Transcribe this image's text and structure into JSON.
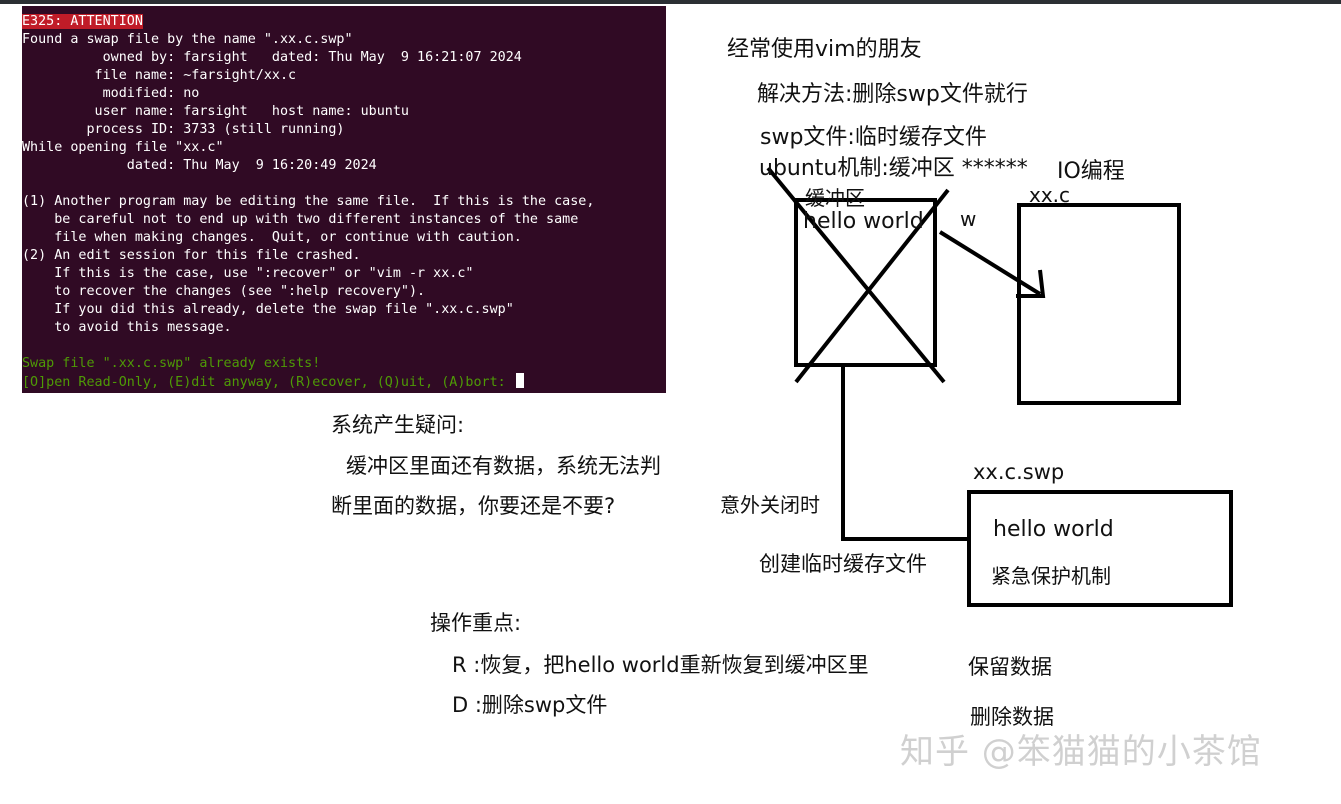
{
  "terminal": {
    "attention": "E325: ATTENTION",
    "lines": [
      "Found a swap file by the name \".xx.c.swp\"",
      "          owned by: farsight   dated: Thu May  9 16:21:07 2024",
      "         file name: ~farsight/xx.c",
      "          modified: no",
      "         user name: farsight   host name: ubuntu",
      "        process ID: 3733 (still running)",
      "While opening file \"xx.c\"",
      "             dated: Thu May  9 16:20:49 2024",
      "",
      "(1) Another program may be editing the same file.  If this is the case,",
      "    be careful not to end up with two different instances of the same",
      "    file when making changes.  Quit, or continue with caution.",
      "(2) An edit session for this file crashed.",
      "    If this is the case, use \":recover\" or \"vim -r xx.c\"",
      "    to recover the changes (see \":help recovery\").",
      "    If you did this already, delete the swap file \".xx.c.swp\"",
      "    to avoid this message."
    ],
    "exists_line": "Swap file \".xx.c.swp\" already exists!",
    "prompt_line": "[O]pen Read-Only, (E)dit anyway, (R)ecover, (Q)uit, (A)bort: "
  },
  "notes": {
    "vim_friends": "经常使用vim的朋友",
    "solution": "解决方法:删除swp文件就行",
    "swp_file": "swp文件:临时缓存文件",
    "ubuntu_mech": "ubuntu机制:缓冲区 ******",
    "io_programming": "IO编程",
    "buffer_label": "缓冲区",
    "buffer_content": "hello world",
    "write_label": "w",
    "xxc_label": "xx.c",
    "question_title": "系统产生疑问:",
    "question_line1": "缓冲区里面还有数据，系统无法判",
    "question_line2": "断里面的数据，你要还是不要?",
    "unexpected_close": "意外关闭时",
    "create_temp": "创建临时缓存文件",
    "swp_name": "xx.c.swp",
    "swp_content": "hello world",
    "emergency": "紧急保护机制",
    "ops_title": "操作重点:",
    "op_r": "R :恢复，把hello world重新恢复到缓冲区里",
    "op_d": "D :删除swp文件",
    "keep_data": "保留数据",
    "delete_data": "删除数据"
  },
  "watermark": "知乎 @笨猫猫的小茶馆"
}
